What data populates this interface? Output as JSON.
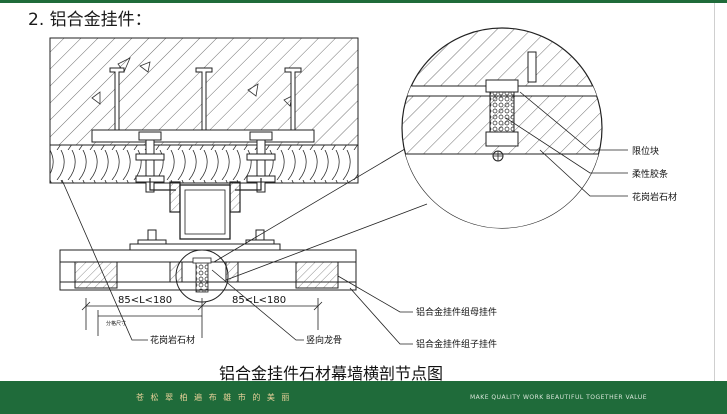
{
  "heading": "2. 铝合金挂件：",
  "labels": {
    "limit_block": "限位块",
    "flexible_strip": "柔性胶条",
    "granite_right": "花岗岩石材",
    "mother_piece": "铝合金挂件组母挂件",
    "child_piece": "铝合金挂件组子挂件",
    "granite_left": "花岗岩石材",
    "vertical_keel": "竖向龙骨"
  },
  "dimensions": {
    "left_range": "85<L<180",
    "right_range": "85<L<180",
    "small_note": "分格尺寸"
  },
  "caption": "铝合金挂件石材幕墙横剖节点图",
  "footer": {
    "left_text": "苍 松 翠 柏 遍 布 雄 市 的 美 丽",
    "right_text": "MAKE QUALITY WORK BEAUTIFUL TOGETHER VALUE"
  },
  "colors": {
    "footer_green": "#1f6b3a",
    "line": "#222222",
    "caption_underline": "#d03030"
  }
}
